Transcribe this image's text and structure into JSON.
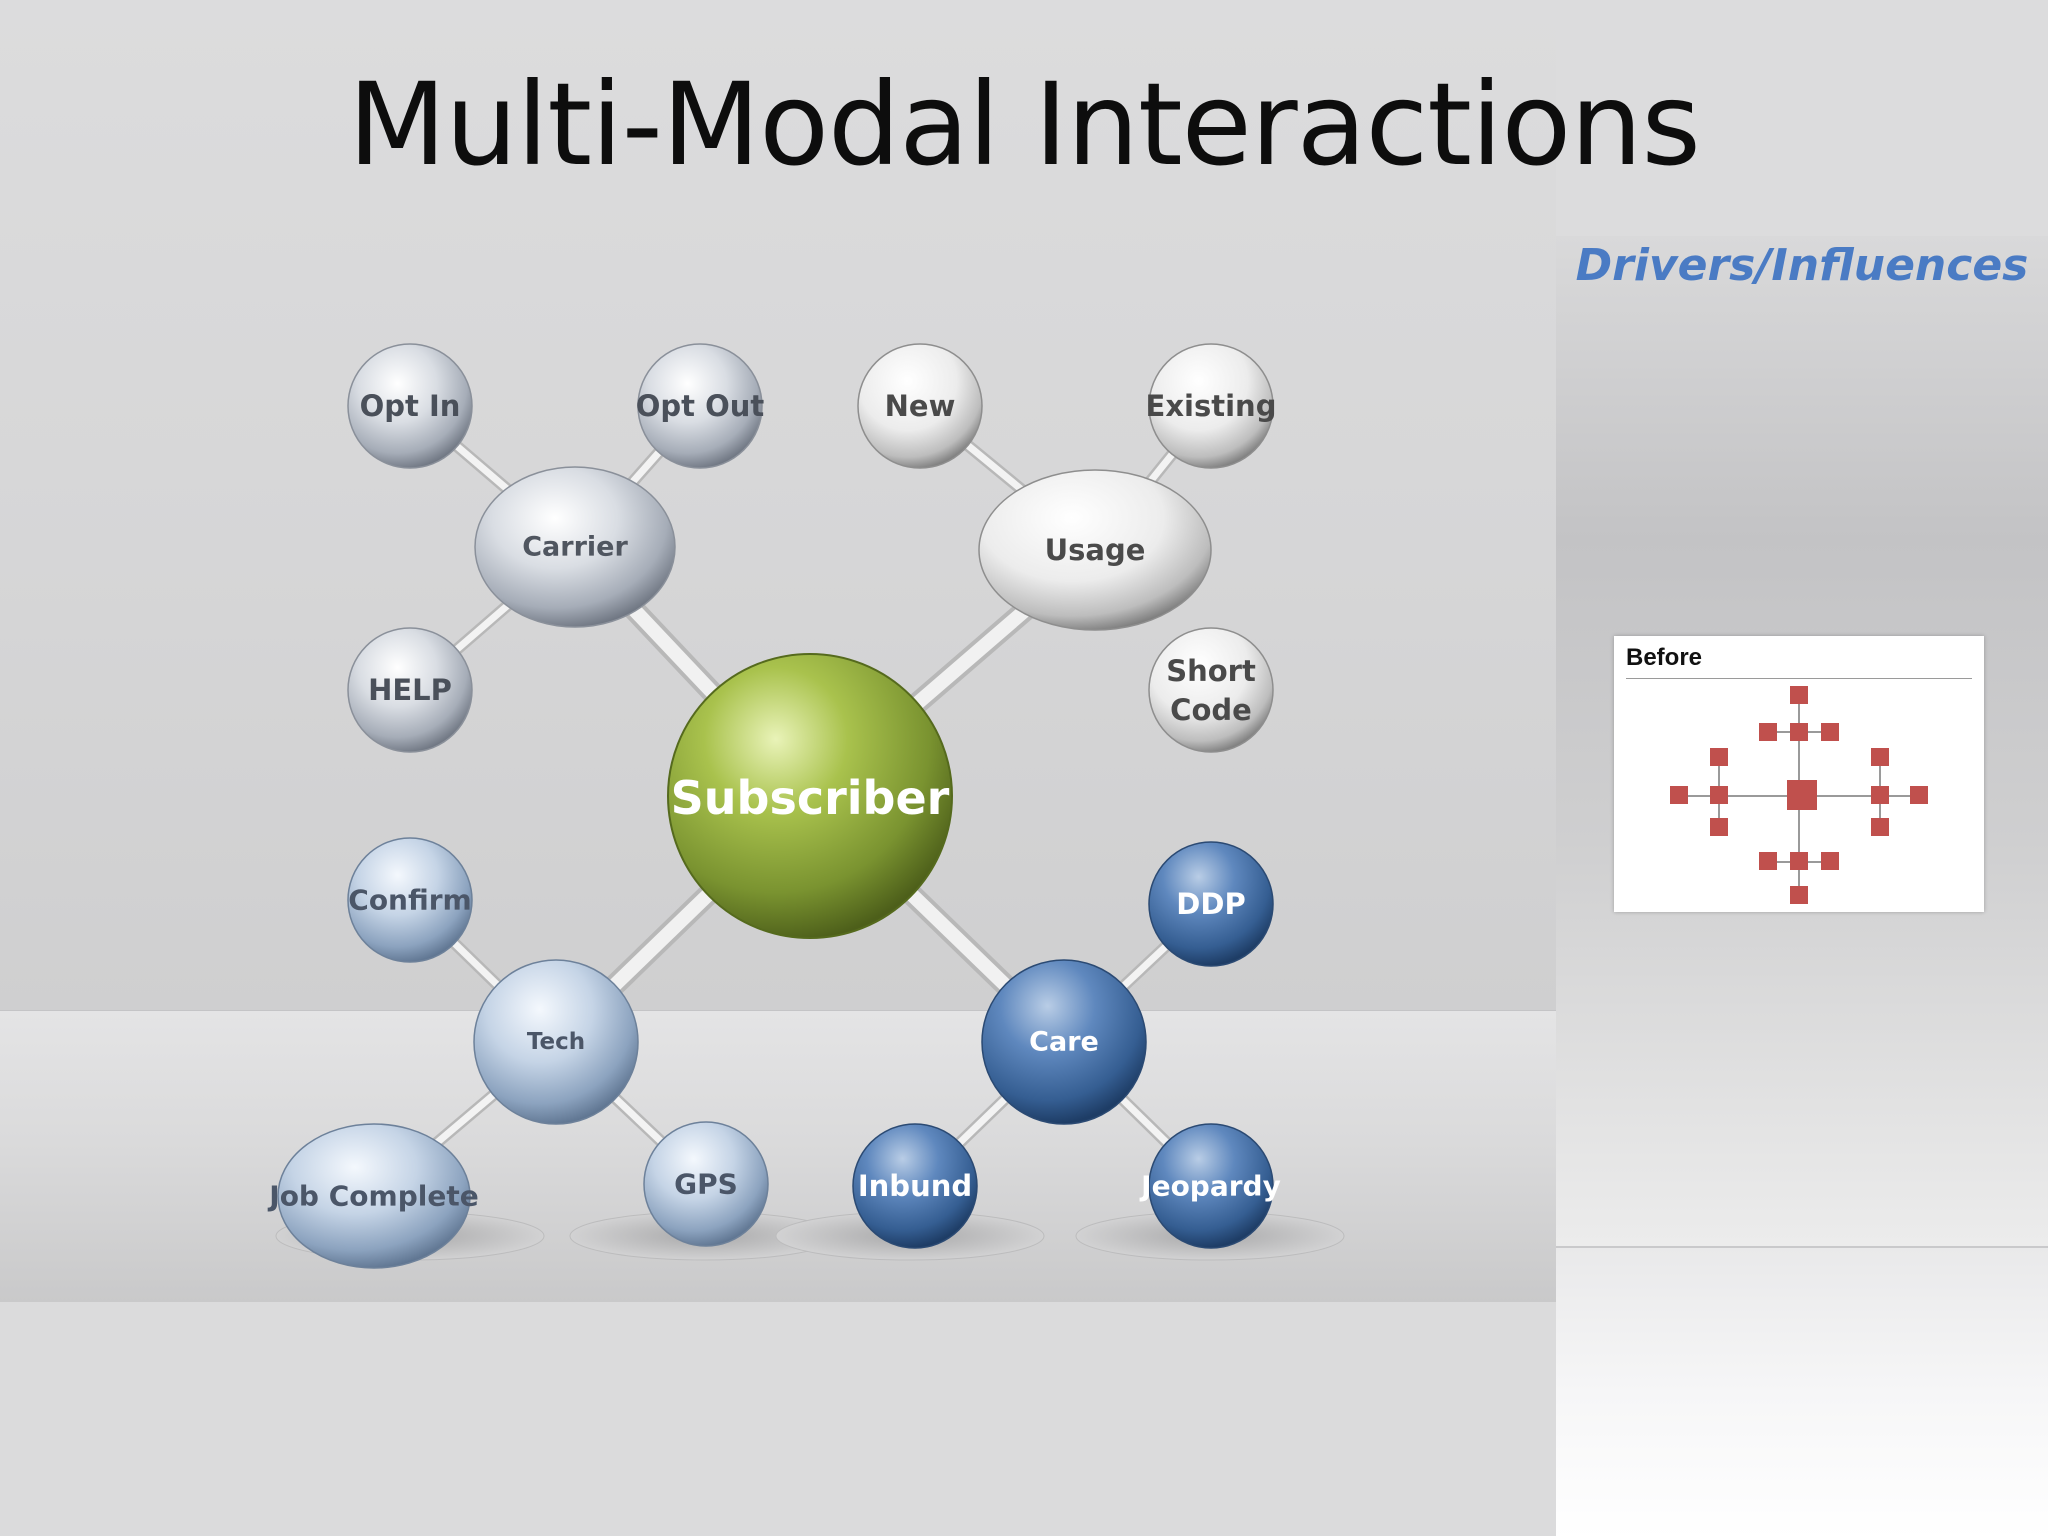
{
  "slide": {
    "title": "Multi-Modal Interactions"
  },
  "panel": {
    "heading": "Drivers/Influences",
    "thumbnail_label": "Before"
  },
  "diagram": {
    "center": {
      "label": "Subscriber",
      "color": "#8ea63a"
    },
    "hubs": [
      {
        "id": "carrier",
        "label": "Carrier",
        "style": "silver",
        "children": [
          "Opt In",
          "Opt Out",
          "HELP"
        ]
      },
      {
        "id": "usage",
        "label": "Usage",
        "style": "white",
        "children": [
          "New",
          "Existing",
          "Short Code"
        ]
      },
      {
        "id": "tech",
        "label": "Tech",
        "style": "light-blue",
        "children": [
          "Confirm",
          "Job Complete",
          "GPS"
        ]
      },
      {
        "id": "care",
        "label": "Care",
        "style": "blue",
        "children": [
          "DDP",
          "Inbund",
          "Jeopardy"
        ]
      }
    ],
    "leaves": {
      "opt_in": "Opt In",
      "opt_out": "Opt Out",
      "help": "HELP",
      "new": "New",
      "existing": "Existing",
      "short_code_line1": "Short",
      "short_code_line2": "Code",
      "confirm": "Confirm",
      "job_complete": "Job Complete",
      "gps": "GPS",
      "ddp": "DDP",
      "inbund": "Inbund",
      "jeopardy": "Jeopardy"
    },
    "labels": {
      "carrier": "Carrier",
      "usage": "Usage",
      "tech": "Tech",
      "care": "Care",
      "subscriber": "Subscriber"
    }
  },
  "colors": {
    "title": "#0d0d0d",
    "heading": "#4a7bc4",
    "thumbnail_nodes": "#c0504d",
    "care_blue": "#4f7bb4"
  }
}
